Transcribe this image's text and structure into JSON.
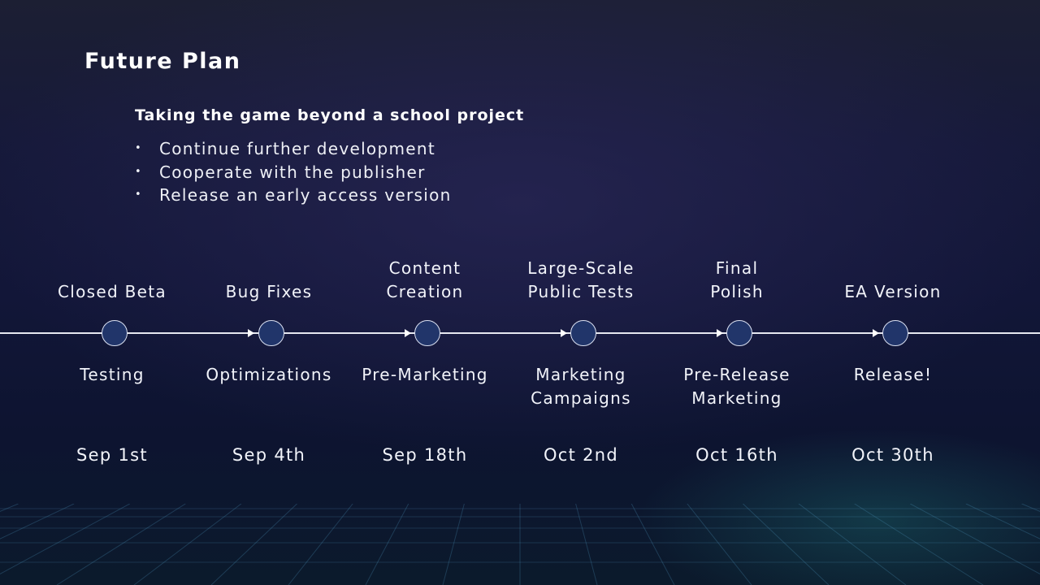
{
  "slide": {
    "title": "Future Plan",
    "subtitle": "Taking the game beyond a school project",
    "bullets": [
      "Continue further development",
      "Cooperate with the publisher",
      "Release an early access version"
    ]
  },
  "timeline": {
    "milestones": [
      {
        "phase": [
          "Closed Beta"
        ],
        "activity": [
          "Testing"
        ],
        "date": "Sep 1st"
      },
      {
        "phase": [
          "Bug Fixes"
        ],
        "activity": [
          "Optimizations"
        ],
        "date": "Sep 4th"
      },
      {
        "phase": [
          "Content",
          "Creation"
        ],
        "activity": [
          "Pre-Marketing"
        ],
        "date": "Sep 18th"
      },
      {
        "phase": [
          "Large-Scale",
          "Public Tests"
        ],
        "activity": [
          "Marketing",
          "Campaigns"
        ],
        "date": "Oct 2nd"
      },
      {
        "phase": [
          "Final",
          "Polish"
        ],
        "activity": [
          "Pre-Release",
          "Marketing"
        ],
        "date": "Oct 16th"
      },
      {
        "phase": [
          "EA Version"
        ],
        "activity": [
          "Release!"
        ],
        "date": "Oct 30th"
      }
    ]
  },
  "colors": {
    "node_fill": "#21356a",
    "line": "#e6e8f0",
    "text": "#f2f4fa"
  }
}
